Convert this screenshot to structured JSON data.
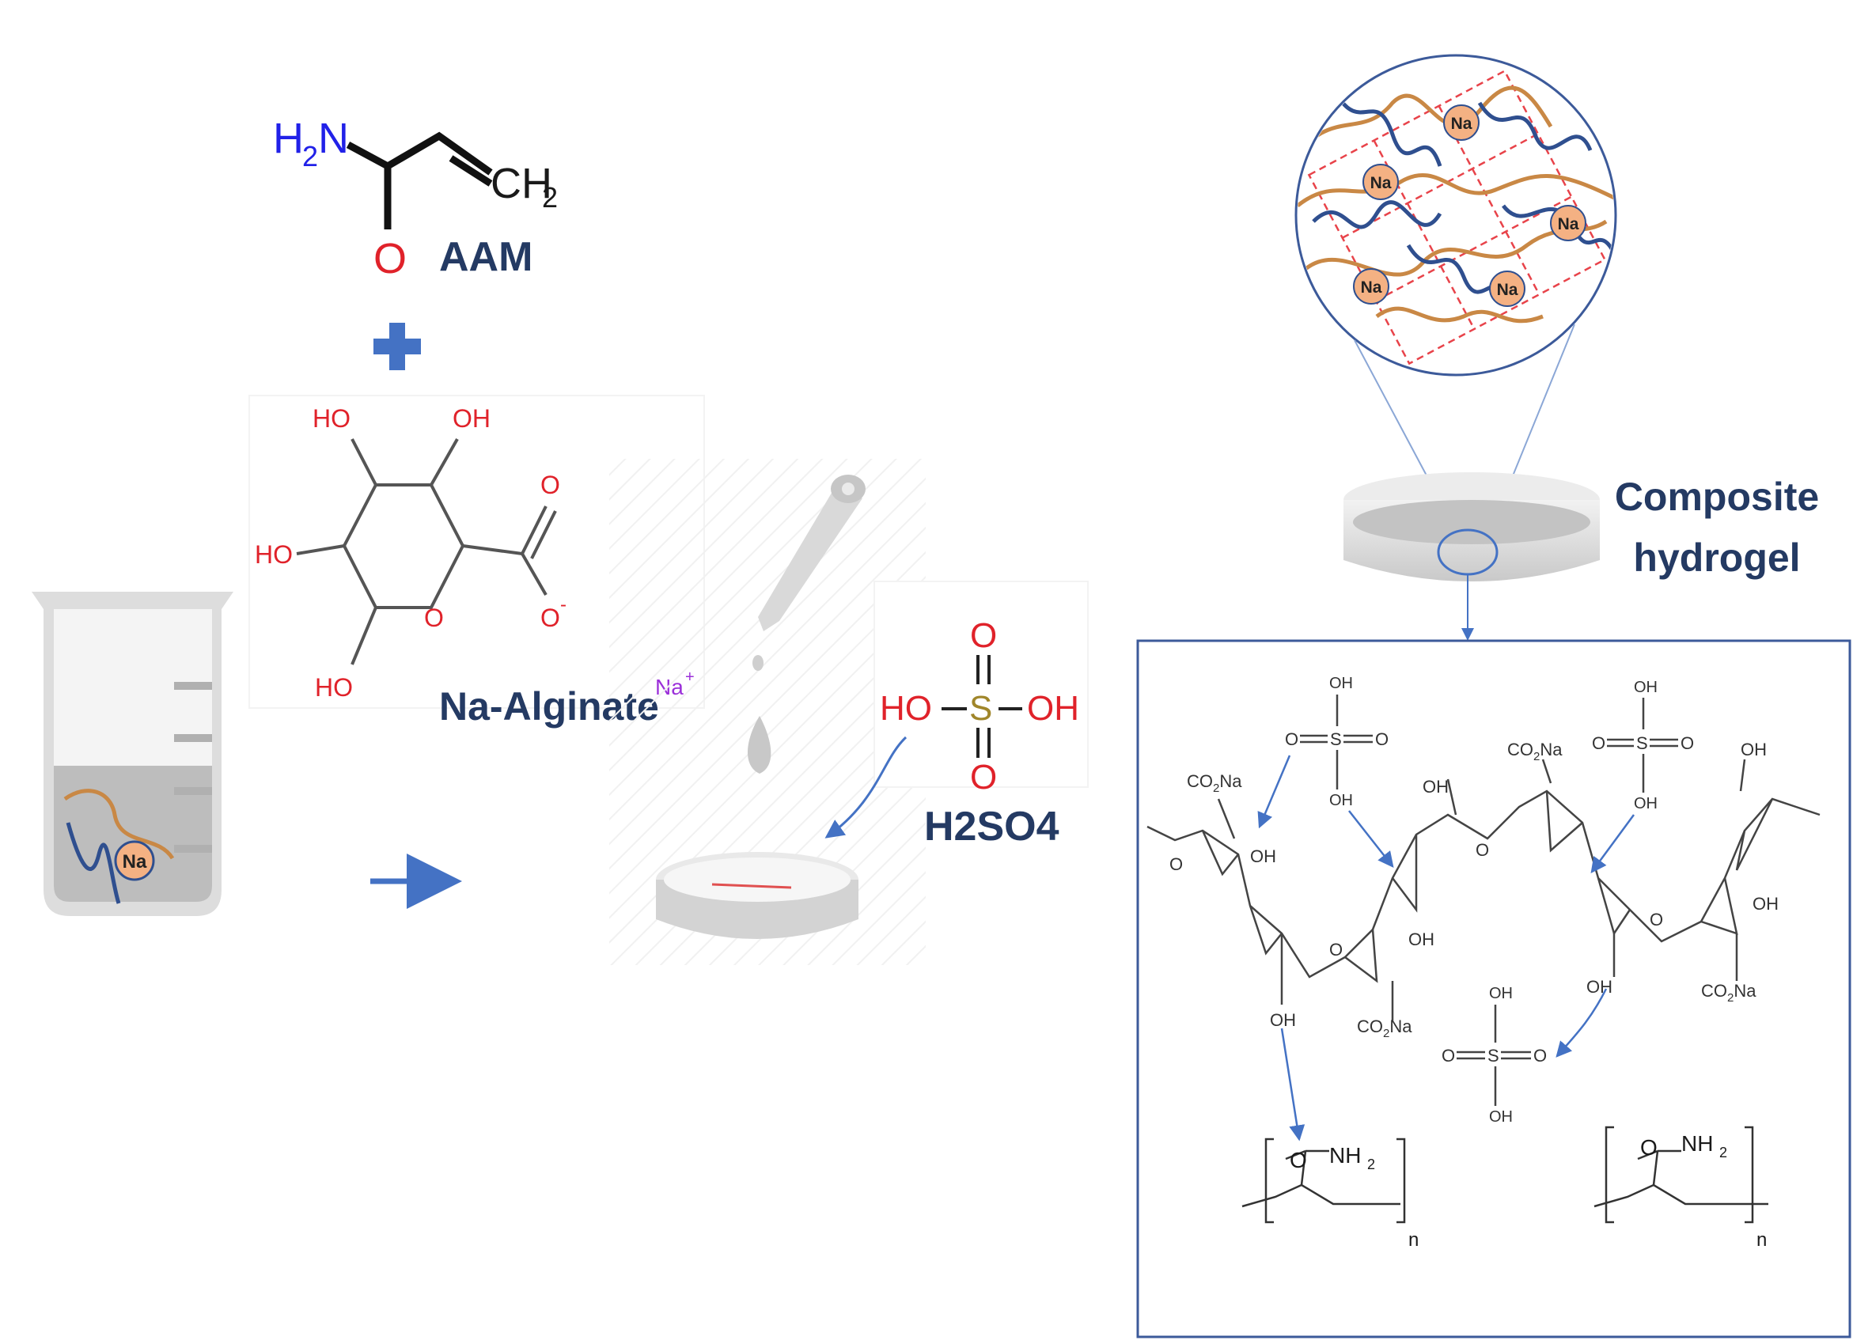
{
  "colors": {
    "navy_label": "#243a63",
    "oxygen_red": "#e0222a",
    "nitrogen_blue": "#2121e8",
    "sodium_purple": "#9b30d9",
    "sulfur_olive": "#a0862a",
    "arrow_blue": "#4472c4",
    "chain_blue": "#2f4f8f",
    "chain_orange": "#c98845",
    "na_bead": "#f4b183",
    "grid_red": "#e8434a",
    "frame_blue": "#3c5a9a"
  },
  "icons": [
    "beaker-icon",
    "plus-icon",
    "dropper-icon",
    "petri-dish-icon",
    "magnifier-circle-icon",
    "arrow-icon"
  ],
  "acrylamide": {
    "name": "AAM",
    "amine": "H",
    "amine_sub": "2",
    "amine_n": "N",
    "ch": "CH",
    "ch_sub": "2",
    "oxygen": "O"
  },
  "alginate": {
    "name": "Na-Alginate",
    "ho1": "HO",
    "oh1": "OH",
    "ho2": "HO",
    "ho3": "HO",
    "ring_o": "O",
    "carboxyl_o": "O",
    "carboxyl_ominus": "O",
    "minus": "-",
    "na": "Na",
    "na_plus": "+"
  },
  "beaker": {
    "ion": "Na"
  },
  "acid": {
    "name": "H2SO4",
    "ho": "HO",
    "s": "S",
    "oh": "OH",
    "o_top": "O",
    "o_bottom": "O"
  },
  "product": {
    "label_line1": "Composite",
    "label_line2": "hydrogel",
    "network_ions": [
      "Na",
      "Na",
      "Na",
      "Na",
      "Na"
    ]
  },
  "structure": {
    "co2na_1": "CO",
    "co2na_2": "CO",
    "co2na_3": "CO",
    "co2na_4": "CO",
    "sub2": "2",
    "na": "Na",
    "oh": "OH",
    "o": "O",
    "s": "S",
    "nh": "NH",
    "n": "n"
  }
}
